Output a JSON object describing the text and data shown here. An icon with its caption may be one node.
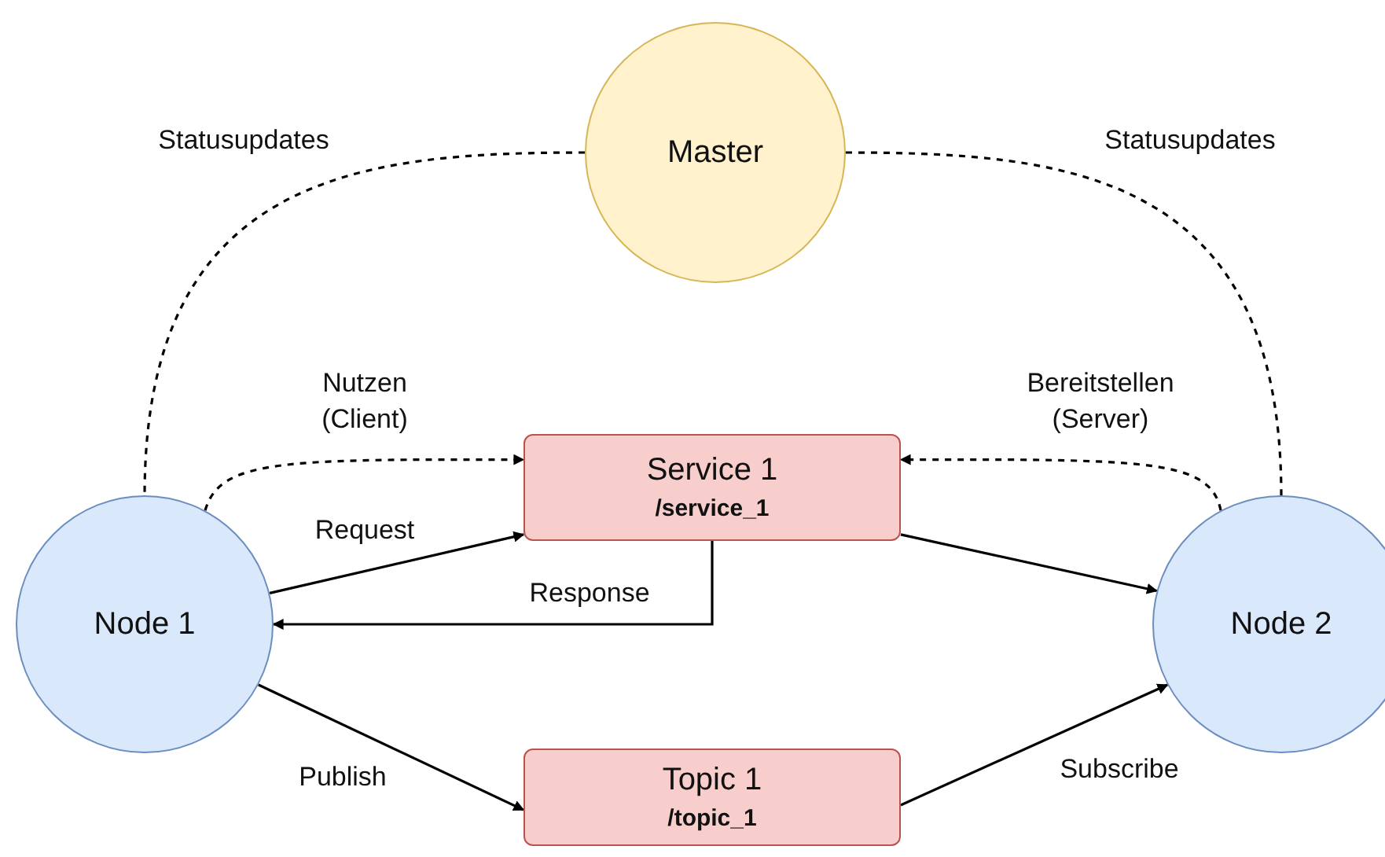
{
  "diagram": {
    "nodes": [
      {
        "text": [
          "Master"
        ]
      },
      {
        "text": [
          "Node 1"
        ]
      },
      {
        "text": [
          "Service 1",
          "/service_1"
        ]
      },
      {
        "text": [
          "Node 2"
        ]
      },
      {
        "text": [
          "Topic 1",
          "/topic_1"
        ]
      }
    ],
    "edges": [
      {
        "from": 0,
        "to": 1,
        "arrow": "none",
        "style": "dashed",
        "label": "Statusupdates"
      },
      {
        "from": 0,
        "to": 3,
        "arrow": "none",
        "style": "dashed",
        "label": "Statusupdates"
      },
      {
        "from": 1,
        "to": 2,
        "arrow": "to",
        "style": "dashed",
        "label": "Nutzen (Client)"
      },
      {
        "from": 3,
        "to": 2,
        "arrow": "to",
        "style": "dashed",
        "label": "Bereitstellen (Server)"
      },
      {
        "from": 1,
        "to": 2,
        "arrow": "to",
        "label": "Request"
      },
      {
        "from": 2,
        "to": 1,
        "arrow": "to",
        "label": "Response"
      },
      {
        "from": 2,
        "to": 3,
        "arrow": "to"
      },
      {
        "from": 1,
        "to": 4,
        "arrow": "to",
        "label": "Publish"
      },
      {
        "from": 4,
        "to": 3,
        "arrow": "to",
        "label": "Subscribe"
      }
    ]
  }
}
